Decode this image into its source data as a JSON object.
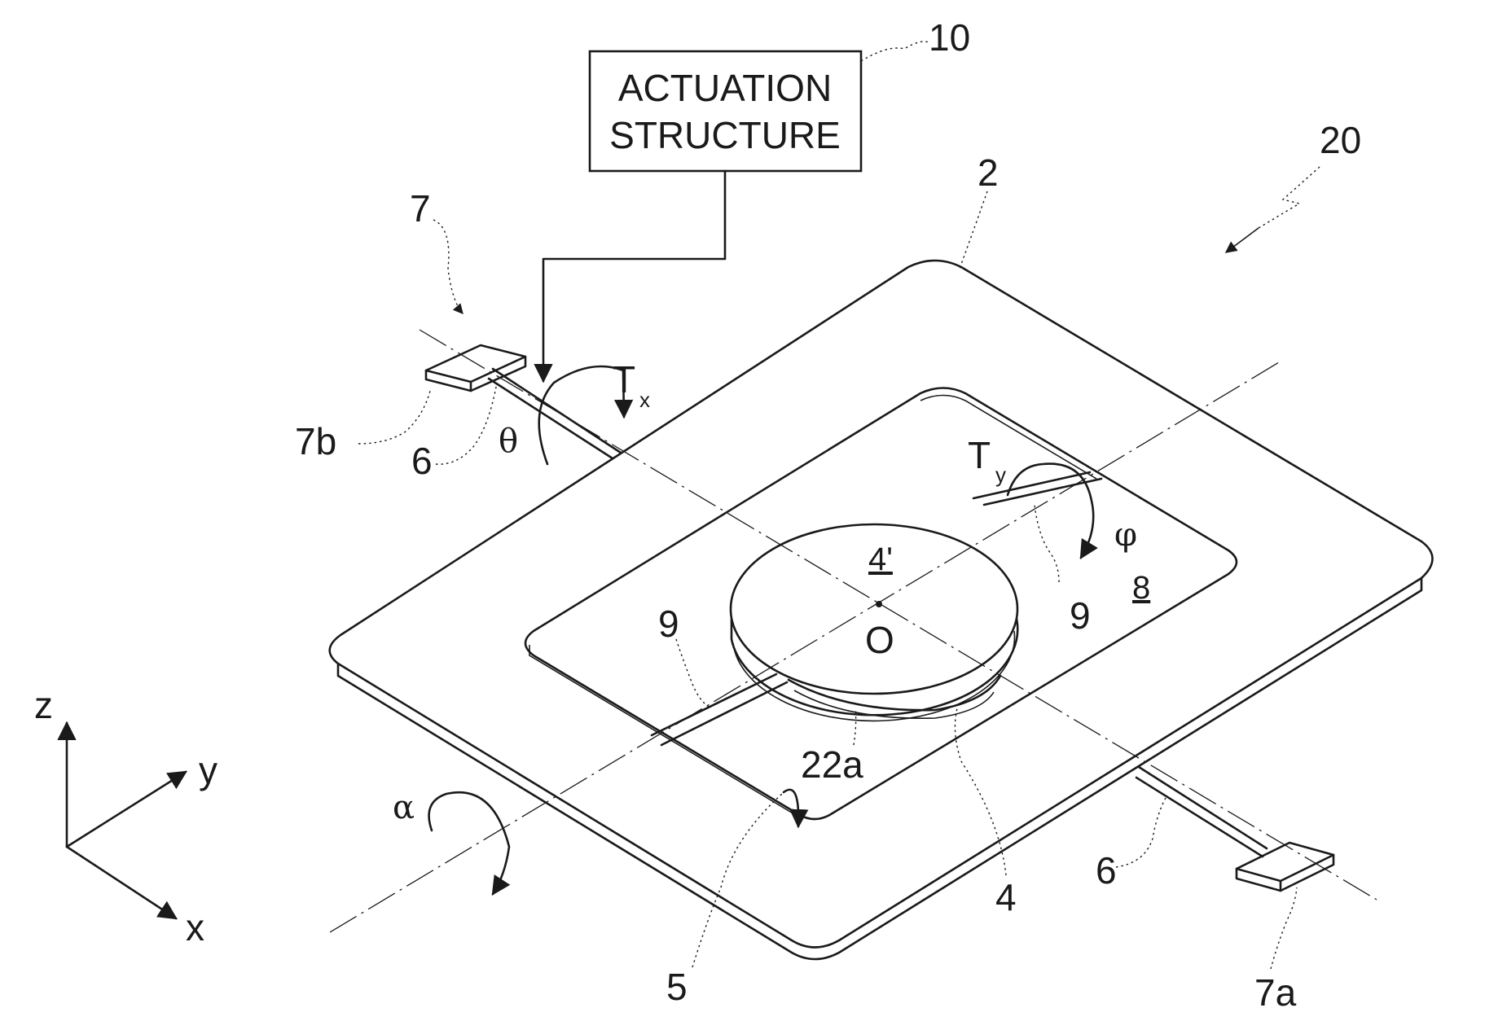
{
  "actuation_box": {
    "line1": "ACTUATION",
    "line2": "STRUCTURE"
  },
  "refs": {
    "r10": "10",
    "r20": "20",
    "r2": "2",
    "r7": "7",
    "r7b": "7b",
    "r6_left": "6",
    "r6_right": "6",
    "r7a": "7a",
    "r4prime": "4'",
    "r8": "8",
    "r9_left": "9",
    "r9_right": "9",
    "rO": "O",
    "r22a": "22a",
    "r4": "4",
    "r5": "5"
  },
  "torques": {
    "tx": "T",
    "tx_sub": "x",
    "ty": "T",
    "ty_sub": "y"
  },
  "angles": {
    "theta": "θ",
    "phi": "φ",
    "alpha": "α"
  },
  "axes": {
    "z": "z",
    "y": "y",
    "x": "x"
  }
}
